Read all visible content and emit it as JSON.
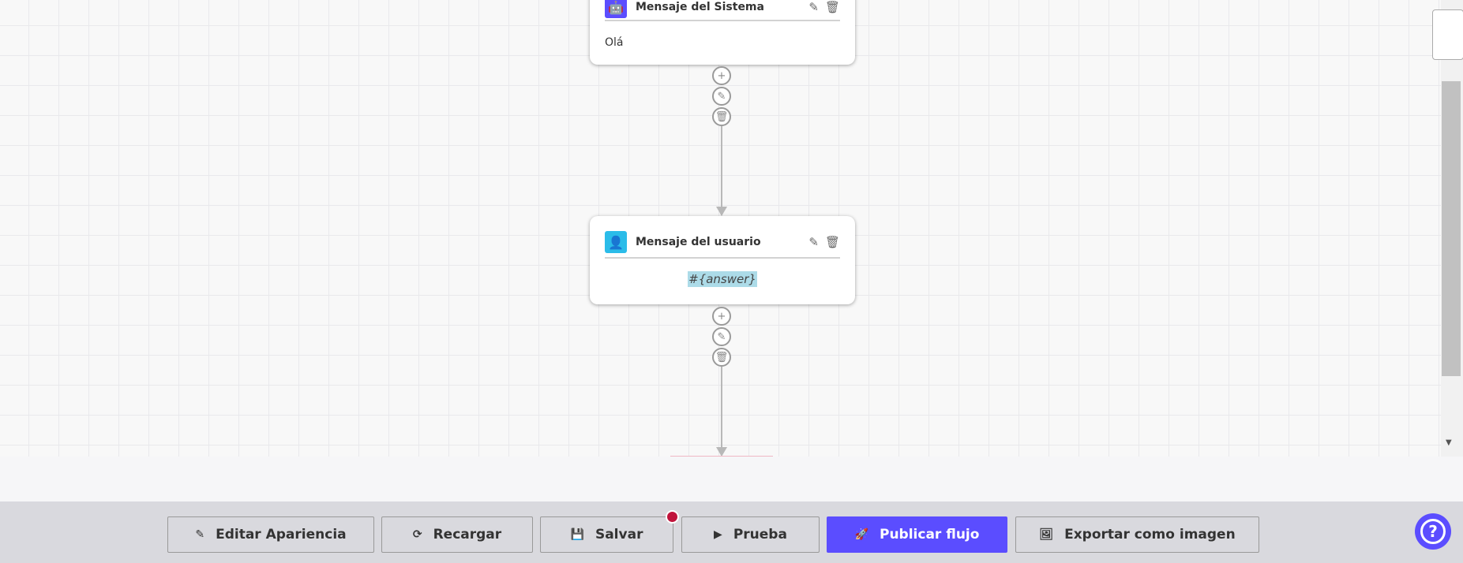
{
  "nodes": [
    {
      "title": "Mensaje del Sistema",
      "content": "Olá",
      "icon": "robot-icon",
      "icon_color": "#5b4dff"
    },
    {
      "title": "Mensaje del usuario",
      "content": "#{answer}",
      "icon": "user-icon",
      "icon_color": "#2bbce9"
    }
  ],
  "toolbar": {
    "edit_appearance": "Editar Apariencia",
    "reload": "Recargar",
    "save": "Salvar",
    "test": "Prueba",
    "publish": "Publicar flujo",
    "export": "Exportar como imagen"
  },
  "colors": {
    "accent": "#5b4dff",
    "unsaved_dot": "#c0143c"
  },
  "help": {
    "icon": "question-icon"
  }
}
